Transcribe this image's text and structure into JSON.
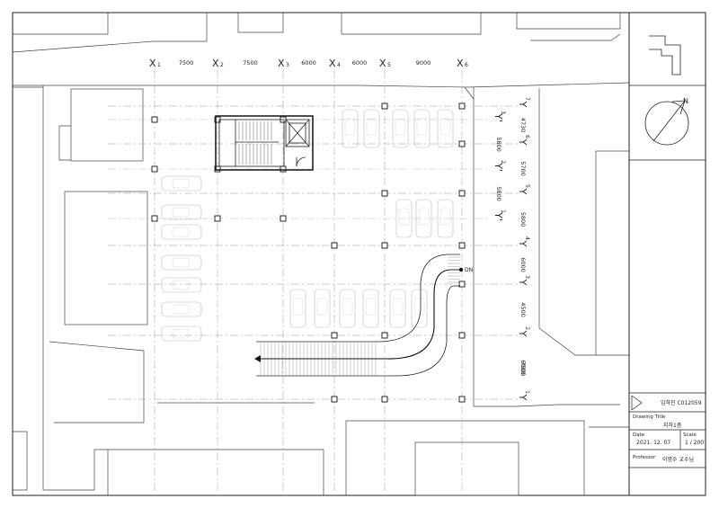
{
  "grid": {
    "x_labels": [
      {
        "main": "X",
        "sub": "1"
      },
      {
        "main": "X",
        "sub": "2"
      },
      {
        "main": "X",
        "sub": "3"
      },
      {
        "main": "X",
        "sub": "4"
      },
      {
        "main": "X",
        "sub": "5"
      },
      {
        "main": "X",
        "sub": "6"
      }
    ],
    "x_spacings": [
      "7500",
      "7500",
      "6000",
      "6000",
      "9000"
    ],
    "y_labels": [
      {
        "main": "Y",
        "sub": "7"
      },
      {
        "main": "Y",
        "sub": "6"
      },
      {
        "main": "Y",
        "sub": "5"
      },
      {
        "main": "Y",
        "sub": "4"
      },
      {
        "main": "Y",
        "sub": "3"
      },
      {
        "main": "Y",
        "sub": "2"
      },
      {
        "main": "Y",
        "sub": "1"
      }
    ],
    "y_spacings": [
      "4730",
      "5700",
      "5800",
      "6000",
      "4500",
      "6000",
      "7500"
    ],
    "y_prime_labels": [
      {
        "main": "Y'",
        "sub": "3"
      },
      {
        "main": "Y'",
        "sub": "2"
      },
      {
        "main": "Y'",
        "sub": "1"
      }
    ],
    "y_prime_spacings": [
      "5800",
      "5800"
    ]
  },
  "ramp_label": "DN",
  "title_block": {
    "student": "임하진 C012059",
    "drawing_title_label": "Drawing Title",
    "drawing_title_value": "지하1층",
    "date_label": "Date",
    "date_value": "2021. 12. 07",
    "scale_label": "Scale",
    "scale_value": "1 / 200",
    "professor_label": "Professor",
    "professor_value": "이명수 교수님"
  },
  "north_label": "N"
}
